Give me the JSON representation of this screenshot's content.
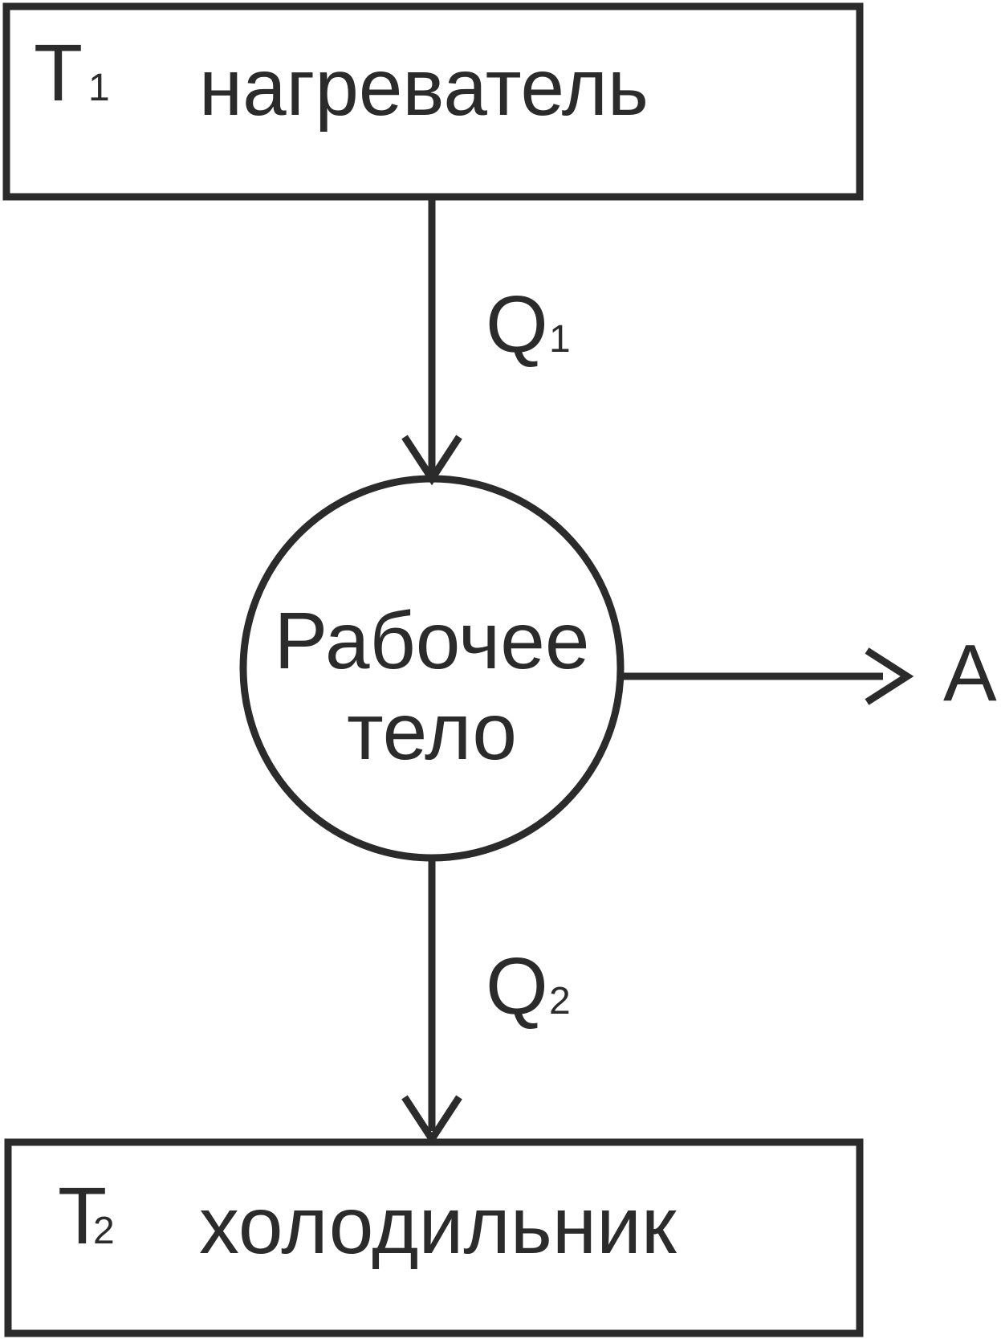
{
  "heater": {
    "temperature_symbol": "T",
    "temperature_index": "1",
    "label": "нагреватель"
  },
  "working_body": {
    "line1": "Рабочее",
    "line2": "тело"
  },
  "heat_in": {
    "symbol": "Q",
    "index": "1"
  },
  "heat_out": {
    "symbol": "Q",
    "index": "2"
  },
  "work": {
    "symbol": "A"
  },
  "cooler": {
    "temperature_symbol": "T",
    "temperature_index": "2",
    "label": "холодильник"
  },
  "colors": {
    "ink": "#2b2b2b",
    "background": "#ffffff"
  }
}
